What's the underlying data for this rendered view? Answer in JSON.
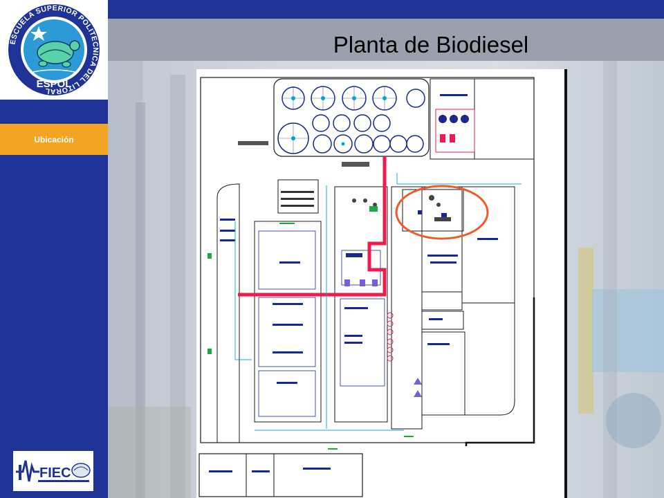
{
  "slide": {
    "title": "Planta de Biodiesel",
    "nav_item": "Ubicación"
  },
  "logos": {
    "espol": {
      "text": "ESPOL",
      "ring_text": "ESCUELA SUPERIOR POLITECNICA DEL LITORAL"
    },
    "fiec": {
      "text": "FIEC"
    }
  },
  "colors": {
    "brand_blue": "#1f3296",
    "nav_orange": "#f3a423",
    "title_band": "#9aa0ac",
    "route_red": "#ee1c4e",
    "highlight_orange": "#f05a28",
    "plan_cyan": "#00a6c8",
    "plan_navy": "#1a2a8c"
  }
}
